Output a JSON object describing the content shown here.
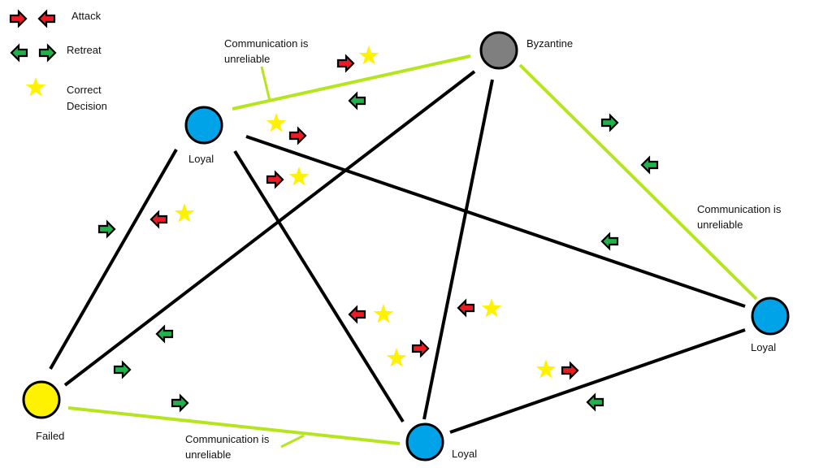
{
  "colors": {
    "attack": "#ed1c24",
    "retreat": "#22b14c",
    "star": "#fff200",
    "loyal": "#00a2e8",
    "byzantine": "#7f7f7f",
    "failed": "#fff200",
    "reliable_link": "#000000",
    "unreliable_link": "#b5e61d",
    "outline": "#000000"
  },
  "legend": {
    "attack": "Attack",
    "retreat": "Retreat",
    "correct_line1": "Correct",
    "correct_line2": "Decision"
  },
  "nodes": {
    "loyal_top": "Loyal",
    "byzantine": "Byzantine",
    "loyal_right": "Loyal",
    "loyal_bottom": "Loyal",
    "failed": "Failed"
  },
  "annotations": {
    "comm_line1": "Communication is",
    "comm_line2": "unreliable"
  }
}
